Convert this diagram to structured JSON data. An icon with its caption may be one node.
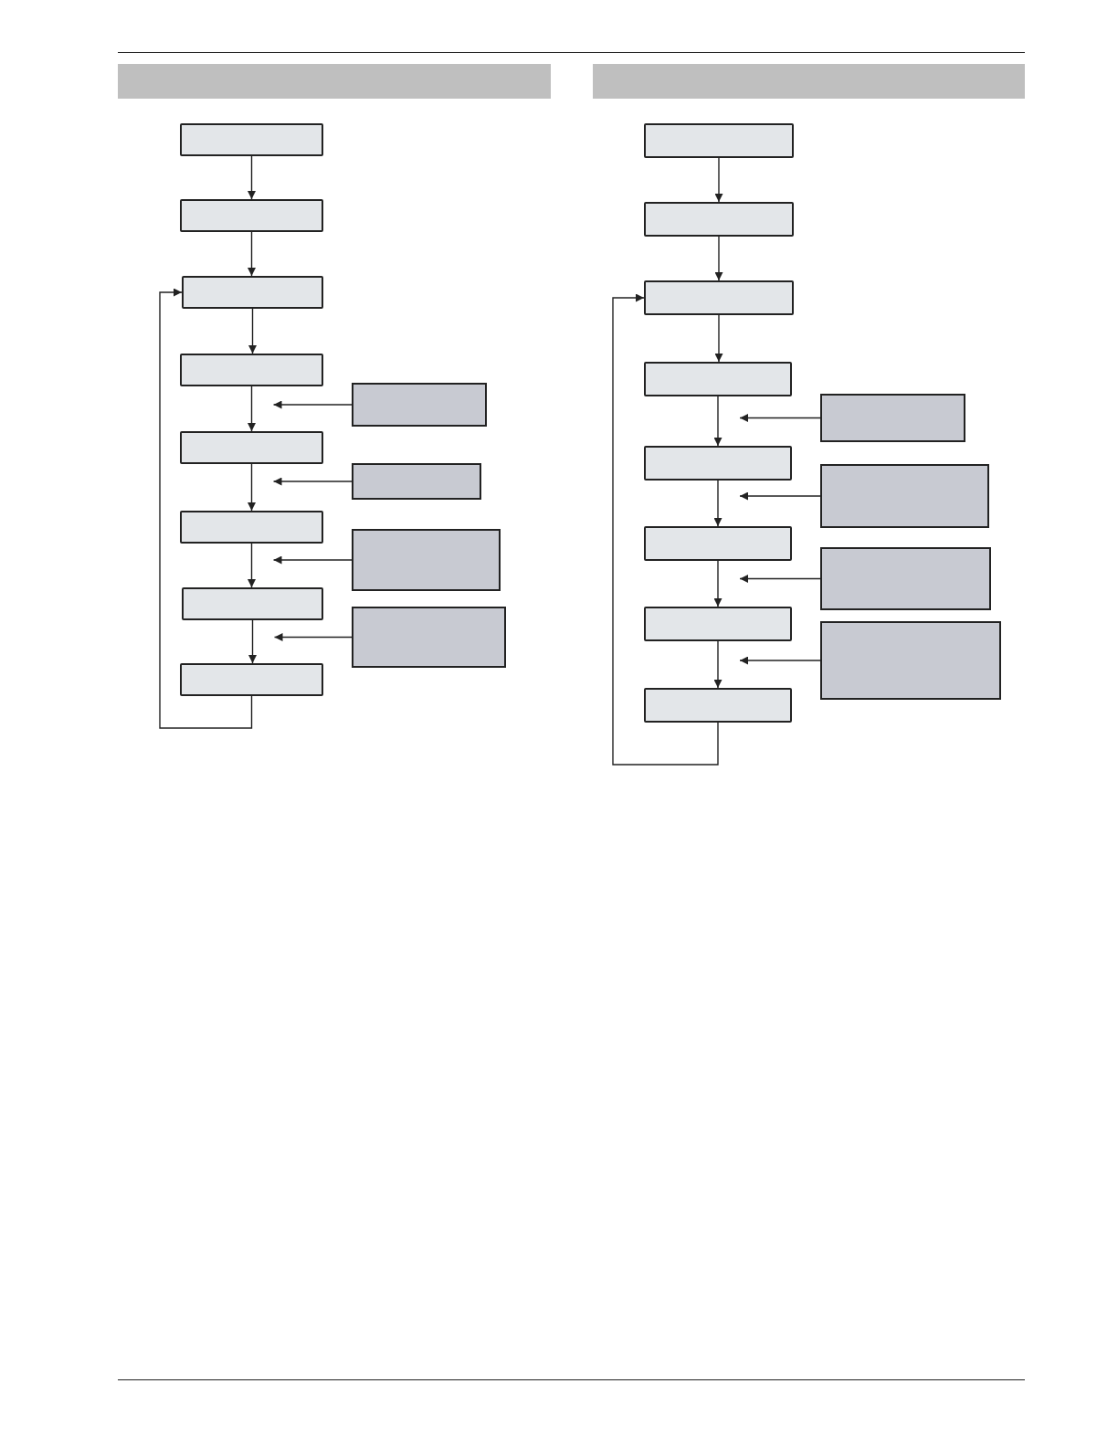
{
  "diagram": {
    "nodes": [
      {
        "text": [],
        "shape": "bar"
      },
      {
        "text": [],
        "shape": "box"
      },
      {
        "text": [],
        "shape": "box"
      },
      {
        "text": [],
        "shape": "box"
      },
      {
        "text": [],
        "shape": "box"
      },
      {
        "text": [],
        "shape": "box"
      },
      {
        "text": [],
        "shape": "box"
      },
      {
        "text": [],
        "shape": "box"
      },
      {
        "text": [],
        "shape": "box"
      },
      {
        "text": [],
        "shape": "box"
      },
      {
        "text": [],
        "shape": "box"
      },
      {
        "text": [],
        "shape": "box"
      },
      {
        "text": [],
        "shape": "box"
      },
      {
        "text": [],
        "shape": "bar"
      },
      {
        "text": [],
        "shape": "box"
      },
      {
        "text": [],
        "shape": "box"
      },
      {
        "text": [],
        "shape": "box"
      },
      {
        "text": [],
        "shape": "box"
      },
      {
        "text": [],
        "shape": "box"
      },
      {
        "text": [],
        "shape": "box"
      },
      {
        "text": [],
        "shape": "box"
      },
      {
        "text": [],
        "shape": "box"
      },
      {
        "text": [],
        "shape": "box"
      },
      {
        "text": [],
        "shape": "box"
      },
      {
        "text": [],
        "shape": "box"
      },
      {
        "text": [],
        "shape": "box"
      }
    ],
    "edges": [
      {
        "from": 1,
        "to": 2,
        "arrow": "to"
      },
      {
        "from": 2,
        "to": 3,
        "arrow": "to"
      },
      {
        "from": 3,
        "to": 4,
        "arrow": "to"
      },
      {
        "from": 4,
        "to": 5,
        "arrow": "to"
      },
      {
        "from": 5,
        "to": 6,
        "arrow": "to"
      },
      {
        "from": 6,
        "to": 7,
        "arrow": "to"
      },
      {
        "from": 7,
        "to": 8,
        "arrow": "to"
      },
      {
        "from": 8,
        "to": 3,
        "arrow": "to"
      },
      {
        "from": 9,
        "to": 4,
        "arrow": "to"
      },
      {
        "from": 10,
        "to": 5,
        "arrow": "to"
      },
      {
        "from": 11,
        "to": 6,
        "arrow": "to"
      },
      {
        "from": 12,
        "to": 7,
        "arrow": "to"
      },
      {
        "from": 14,
        "to": 15,
        "arrow": "to"
      },
      {
        "from": 15,
        "to": 16,
        "arrow": "to"
      },
      {
        "from": 16,
        "to": 17,
        "arrow": "to"
      },
      {
        "from": 17,
        "to": 18,
        "arrow": "to"
      },
      {
        "from": 18,
        "to": 19,
        "arrow": "to"
      },
      {
        "from": 19,
        "to": 20,
        "arrow": "to"
      },
      {
        "from": 20,
        "to": 21,
        "arrow": "to"
      },
      {
        "from": 21,
        "to": 16,
        "arrow": "to"
      },
      {
        "from": 22,
        "to": 17,
        "arrow": "to"
      },
      {
        "from": 23,
        "to": 18,
        "arrow": "to"
      },
      {
        "from": 24,
        "to": 19,
        "arrow": "to"
      },
      {
        "from": 25,
        "to": 20,
        "arrow": "to"
      }
    ]
  }
}
